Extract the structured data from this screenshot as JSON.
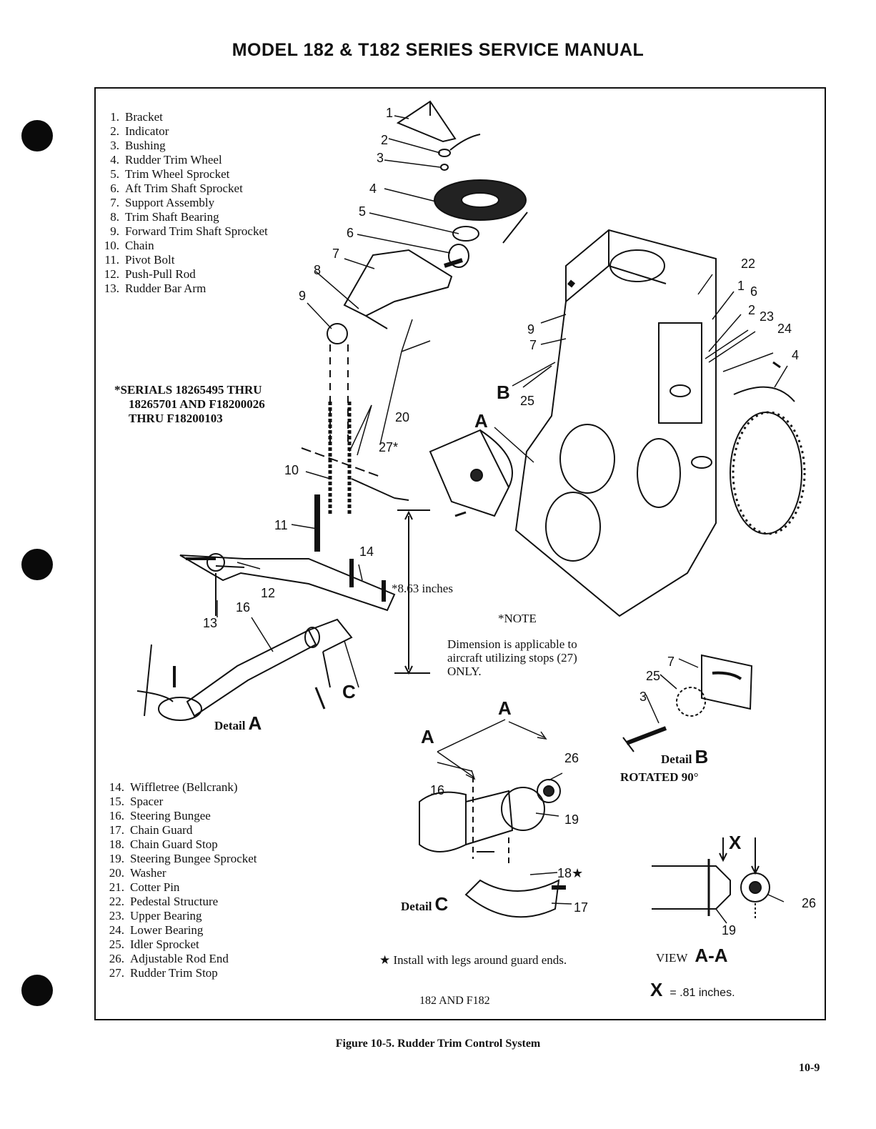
{
  "header": {
    "title": "MODEL 182 & T182 SERIES SERVICE MANUAL"
  },
  "legend_top": [
    {
      "num": "1.",
      "label": "Bracket"
    },
    {
      "num": "2.",
      "label": "Indicator"
    },
    {
      "num": "3.",
      "label": "Bushing"
    },
    {
      "num": "4.",
      "label": "Rudder Trim Wheel"
    },
    {
      "num": "5.",
      "label": "Trim Wheel Sprocket"
    },
    {
      "num": "6.",
      "label": "Aft Trim Shaft Sprocket"
    },
    {
      "num": "7.",
      "label": "Support Assembly"
    },
    {
      "num": "8.",
      "label": "Trim Shaft Bearing"
    },
    {
      "num": "9.",
      "label": "Forward Trim Shaft Sprocket"
    },
    {
      "num": "10.",
      "label": "Chain"
    },
    {
      "num": "11.",
      "label": "Pivot Bolt"
    },
    {
      "num": "12.",
      "label": "Push-Pull Rod"
    },
    {
      "num": "13.",
      "label": "Rudder Bar Arm"
    }
  ],
  "legend_bottom": [
    {
      "num": "14.",
      "label": "Wiffletree (Bellcrank)"
    },
    {
      "num": "15.",
      "label": "Spacer"
    },
    {
      "num": "16.",
      "label": "Steering Bungee"
    },
    {
      "num": "17.",
      "label": "Chain Guard"
    },
    {
      "num": "18.",
      "label": "Chain Guard Stop"
    },
    {
      "num": "19.",
      "label": "Steering Bungee Sprocket"
    },
    {
      "num": "20.",
      "label": "Washer"
    },
    {
      "num": "21.",
      "label": "Cotter Pin"
    },
    {
      "num": "22.",
      "label": "Pedestal Structure"
    },
    {
      "num": "23.",
      "label": "Upper Bearing"
    },
    {
      "num": "24.",
      "label": "Lower Bearing"
    },
    {
      "num": "25.",
      "label": "Idler Sprocket"
    },
    {
      "num": "26.",
      "label": "Adjustable Rod End"
    },
    {
      "num": "27.",
      "label": "Rudder Trim Stop"
    }
  ],
  "serials_note": [
    "*SERIALS 18265495 THRU",
    "18265701 AND F18200026",
    "THRU F18200103"
  ],
  "dimension": "*8.63 inches",
  "note": {
    "title": "*NOTE",
    "lines": [
      "Dimension is applicable to",
      "aircraft utilizing stops (27)",
      "ONLY."
    ]
  },
  "details": {
    "a": {
      "word": "Detail",
      "letter": "A"
    },
    "b": {
      "word": "Detail",
      "letter": "B",
      "sub": "ROTATED 90°"
    },
    "c": {
      "word": "Detail",
      "letter": "C"
    }
  },
  "view_aa": {
    "word": "VIEW",
    "letters": "A-A"
  },
  "x_note": {
    "symbol": "X",
    "text": "= .81 inches."
  },
  "install_note": "★ Install with legs around guard ends.",
  "model_label": "182 AND F182",
  "callouts": {
    "c1": "1",
    "c2": "2",
    "c3": "3",
    "c4": "4",
    "c5": "5",
    "c6": "6",
    "c7": "7",
    "c8": "8",
    "c9": "9",
    "c10": "10",
    "c11": "11",
    "c12": "12",
    "c13": "13",
    "c14": "14",
    "c16": "16",
    "c20": "20",
    "c27": "27*",
    "r22": "22",
    "r1": "1",
    "r6": "6",
    "r2": "2",
    "r23": "23",
    "r24": "24",
    "r4": "4",
    "r9": "9",
    "r7": "7",
    "r25": "25",
    "b7": "7",
    "b25": "25",
    "b3": "3",
    "d16": "16",
    "d26": "26",
    "d19": "19",
    "d18": "18★",
    "d17": "17",
    "v26": "26",
    "v19": "19",
    "letterA1": "A",
    "letterA2": "A",
    "letterA3": "A",
    "letterB": "B",
    "letterC": "C",
    "letterX": "X"
  },
  "caption": "Figure 10-5. Rudder Trim Control System",
  "page_number": "10-9"
}
